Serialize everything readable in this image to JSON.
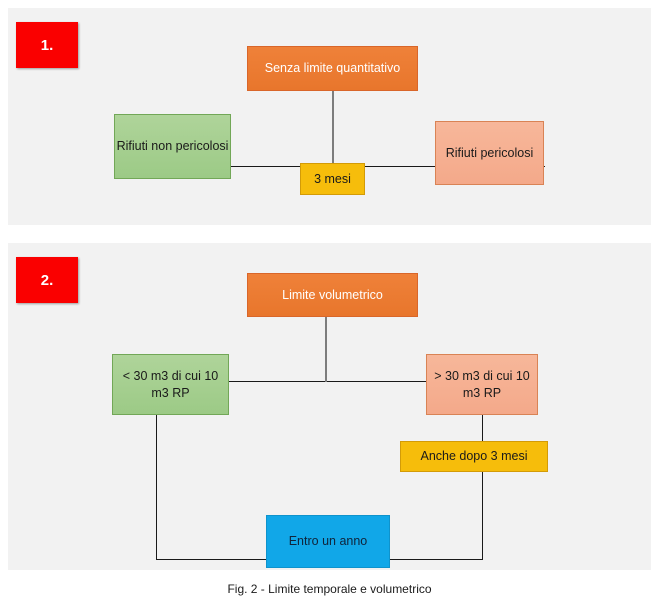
{
  "figure": {
    "caption": "Fig. 2 - Limite temporale e volumetrico"
  },
  "panels": [
    {
      "badge": "1.",
      "nodes": {
        "top": "Senza limite quantitativo",
        "left": "Rifiuti non pericolosi",
        "right": "Rifiuti pericolosi",
        "center": "3 mesi"
      }
    },
    {
      "badge": "2.",
      "nodes": {
        "top": "Limite volumetrico",
        "left": "< 30 m3 di cui 10 m3 RP",
        "right": "> 30 m3 di cui 10 m3 RP",
        "yellow": "Anche dopo 3 mesi",
        "blue": "Entro un anno"
      }
    }
  ],
  "colors": {
    "page_background": "#ffffff",
    "panel_background": "#f2f2f2",
    "badge_red": "#fa0000",
    "orange": "#e8762c",
    "green": "#9cca86",
    "salmon": "#f4a98a",
    "yellow": "#f6bd0b",
    "blue": "#11a7e8",
    "connector_black": "#1a1a1a",
    "connector_gray": "#7d7d7d"
  }
}
